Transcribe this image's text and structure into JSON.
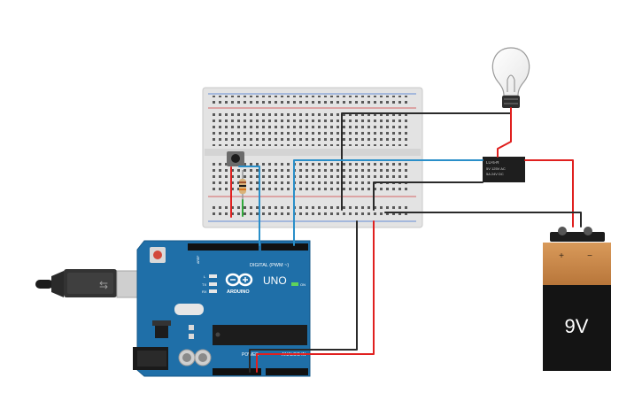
{
  "circuit": {
    "arduino": {
      "brand": "ARDUINO",
      "model": "UNO",
      "digital_label": "DIGITAL (PWM ~)",
      "power_label": "POWER",
      "analog_label": "ANALOG IN",
      "on_label": "ON",
      "tx_label": "TX",
      "rx_label": "RX",
      "l_label": "L",
      "aref_label": "AREF",
      "board_color": "#1f6fa8"
    },
    "relay": {
      "line1": "LU-5-R",
      "line2": "5V 125V AC",
      "line3": "5A 24V DC"
    },
    "battery": {
      "label": "9V",
      "plus": "+",
      "minus": "−"
    },
    "wire_colors": {
      "red": "#e0201f",
      "black": "#2a2a2a",
      "blue": "#2a8fc9",
      "green": "#2fa83a"
    }
  }
}
